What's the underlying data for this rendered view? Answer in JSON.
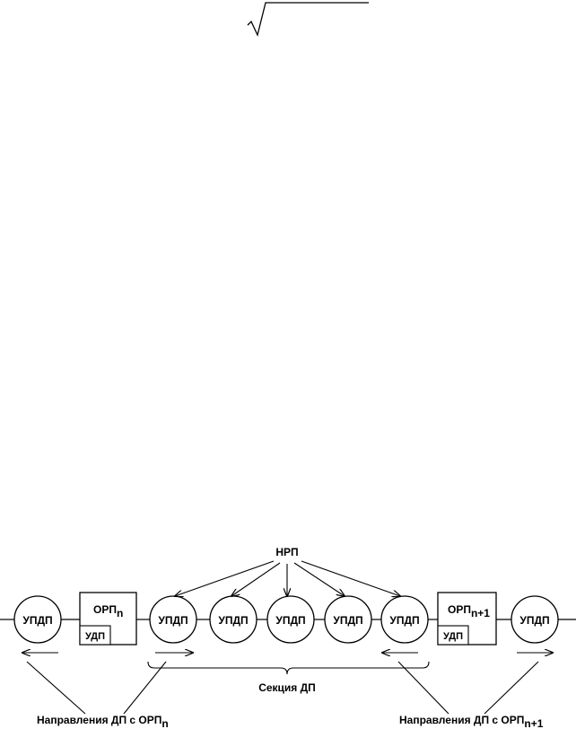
{
  "formula": {
    "radical_icon": "square-root-sign"
  },
  "nodes": {
    "updp": "УПДП",
    "orp_label": "ОРП",
    "orp_n_sub": "n",
    "orp_n1_sub": "n+1",
    "udp": "УДП"
  },
  "labels": {
    "nrp": "НРП",
    "section": "Секция ДП",
    "directions_left": "Направления ДП с ОРП",
    "directions_left_sub": "n",
    "directions_right": "Направления ДП с ОРП",
    "directions_right_sub": "n+1"
  }
}
